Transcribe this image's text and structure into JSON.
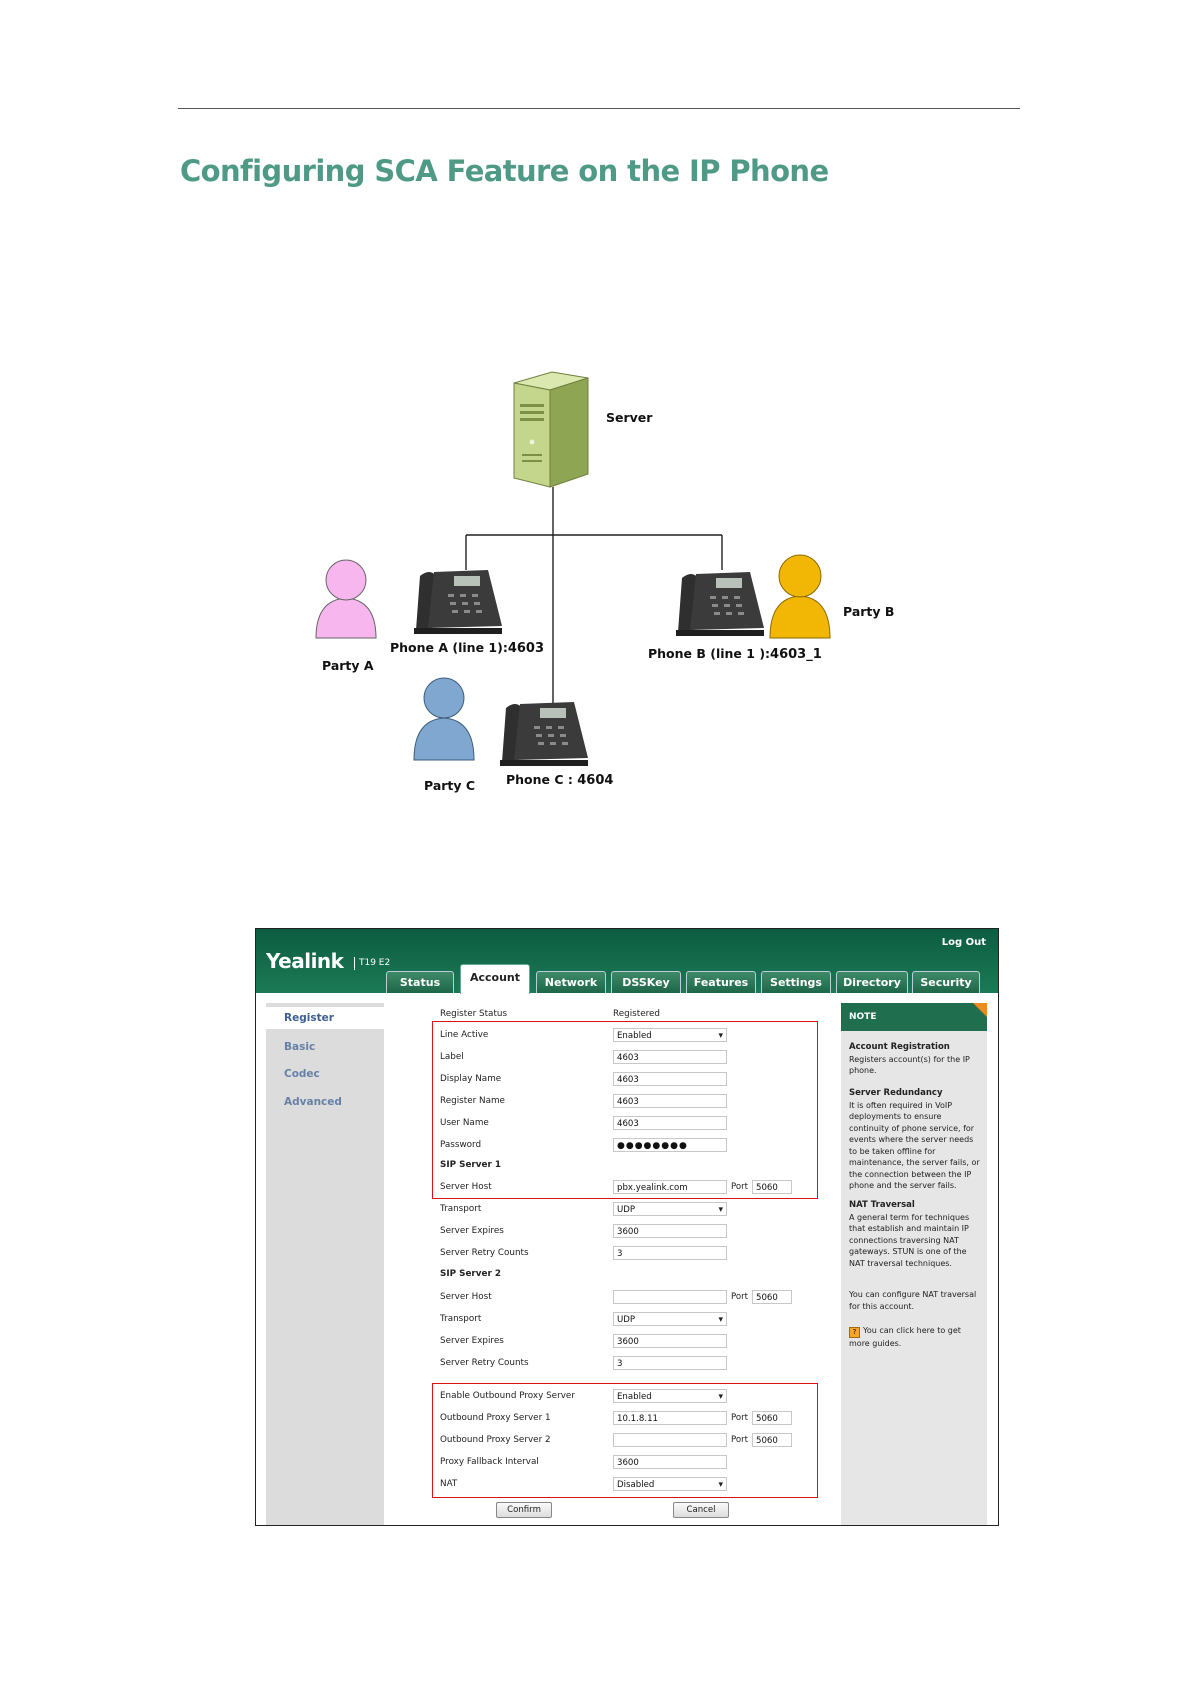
{
  "page": {
    "title": "Configuring SCA Feature on the IP Phone"
  },
  "diagram": {
    "server_label": "Server",
    "phone_a_label": "Phone A (line 1):",
    "phone_a_value": "4603",
    "phone_b_label": "Phone B (line 1 ):",
    "phone_b_value": "4603_1",
    "phone_c_label": "Phone C : ",
    "phone_c_value": "4604",
    "party_a": "Party A",
    "party_b": "Party B",
    "party_c": "Party C",
    "colors": {
      "party_a": "#f7b6ee",
      "party_b": "#f2b705",
      "party_c": "#7fa7cf",
      "server": "#b8cf7a"
    }
  },
  "webui": {
    "logo": "Yealink",
    "model": "T19 E2",
    "logout": "Log Out",
    "tabs": [
      "Status",
      "Account",
      "Network",
      "DSSKey",
      "Features",
      "Settings",
      "Directory",
      "Security"
    ],
    "active_tab": "Account",
    "sidebar": [
      "Register",
      "Basic",
      "Codec",
      "Advanced"
    ],
    "fields": {
      "register_status_label": "Register Status",
      "register_status_value": "Registered",
      "line_active_label": "Line Active",
      "line_active_value": "Enabled",
      "label_label": "Label",
      "label_value": "4603",
      "display_name_label": "Display Name",
      "display_name_value": "4603",
      "register_name_label": "Register Name",
      "register_name_value": "4603",
      "user_name_label": "User Name",
      "user_name_value": "4603",
      "password_label": "Password",
      "password_value": "●●●●●●●●",
      "sip_server_1": "SIP Server 1",
      "server_host_label": "Server Host",
      "server_host_1_value": "pbx.yealink.com",
      "port_label": "Port",
      "port_1_value": "5060",
      "transport_label": "Transport",
      "transport_1_value": "UDP",
      "server_expires_label": "Server Expires",
      "server_expires_1_value": "3600",
      "server_retry_label": "Server Retry Counts",
      "server_retry_1_value": "3",
      "sip_server_2": "SIP Server 2",
      "server_host_2_value": "",
      "port_2_value": "5060",
      "transport_2_value": "UDP",
      "server_expires_2_value": "3600",
      "server_retry_2_value": "3",
      "outbound_enable_label": "Enable Outbound Proxy Server",
      "outbound_enable_value": "Enabled",
      "outbound_1_label": "Outbound Proxy Server 1",
      "outbound_1_value": "10.1.8.11",
      "outbound_1_port": "5060",
      "outbound_2_label": "Outbound Proxy Server 2",
      "outbound_2_value": "",
      "outbound_2_port": "5060",
      "fallback_label": "Proxy Fallback Interval",
      "fallback_value": "3600",
      "nat_label": "NAT",
      "nat_value": "Disabled"
    },
    "buttons": {
      "confirm": "Confirm",
      "cancel": "Cancel"
    },
    "note": {
      "heading": "NOTE",
      "s1_title": "Account Registration",
      "s1_text": "Registers account(s) for the IP phone.",
      "s2_title": "Server Redundancy",
      "s2_text": "It is often required in VoIP deployments to ensure continuity of phone service, for events where the server needs to be taken offline for maintenance, the server fails, or the connection between the IP phone and the server fails.",
      "s3_title": "NAT Traversal",
      "s3_text": "A general term for techniques that establish and maintain IP connections traversing NAT gateways. STUN is one of the NAT traversal techniques.",
      "s4_text": "You can configure NAT traversal for this account.",
      "s5_text": "You can click here to get more guides."
    }
  }
}
